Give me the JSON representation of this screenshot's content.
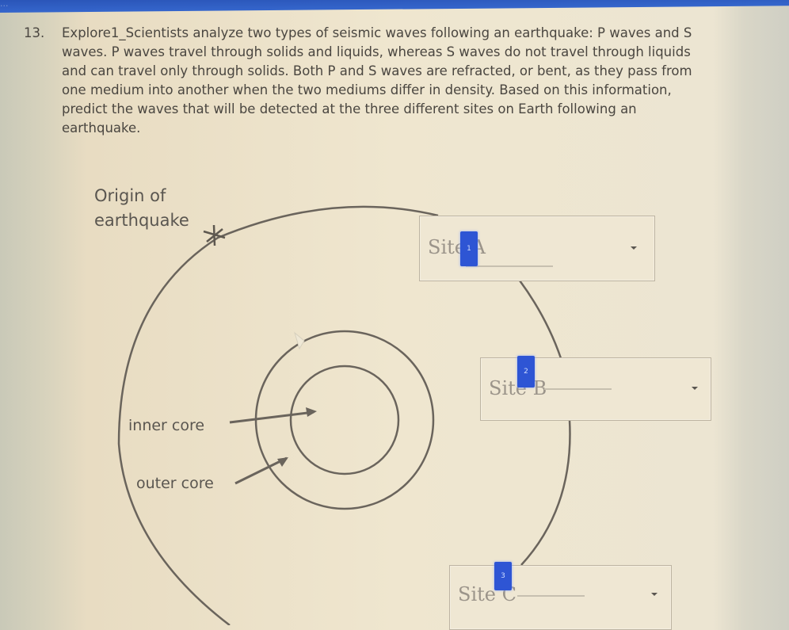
{
  "header": {
    "partial_title": "..."
  },
  "question": {
    "number": "13.",
    "text": "Explore1_Scientists analyze two types of seismic waves following an earthquake: P waves and S waves. P waves travel through solids and liquids, whereas S waves do not travel through liquids and can travel only through solids. Both P and S waves are refracted, or bent, as they pass from one medium into another when the two mediums differ in density. Based on this information, predict the waves that will be detected at the three different sites on Earth following an earthquake."
  },
  "diagram": {
    "origin_label": "Origin of earthquake",
    "inner_core_label": "inner core",
    "outer_core_label": "outer core",
    "line_color": "#6a645c"
  },
  "dropdowns": [
    {
      "placeholder": "Site A",
      "badge": "1",
      "selected": ""
    },
    {
      "placeholder": "Site B",
      "badge": "2",
      "selected": ""
    },
    {
      "placeholder": "Site C",
      "badge": "3",
      "selected": ""
    }
  ],
  "colors": {
    "badge": "#2e55d4",
    "topbar": "#3566cc",
    "background": "#efe6cf"
  }
}
